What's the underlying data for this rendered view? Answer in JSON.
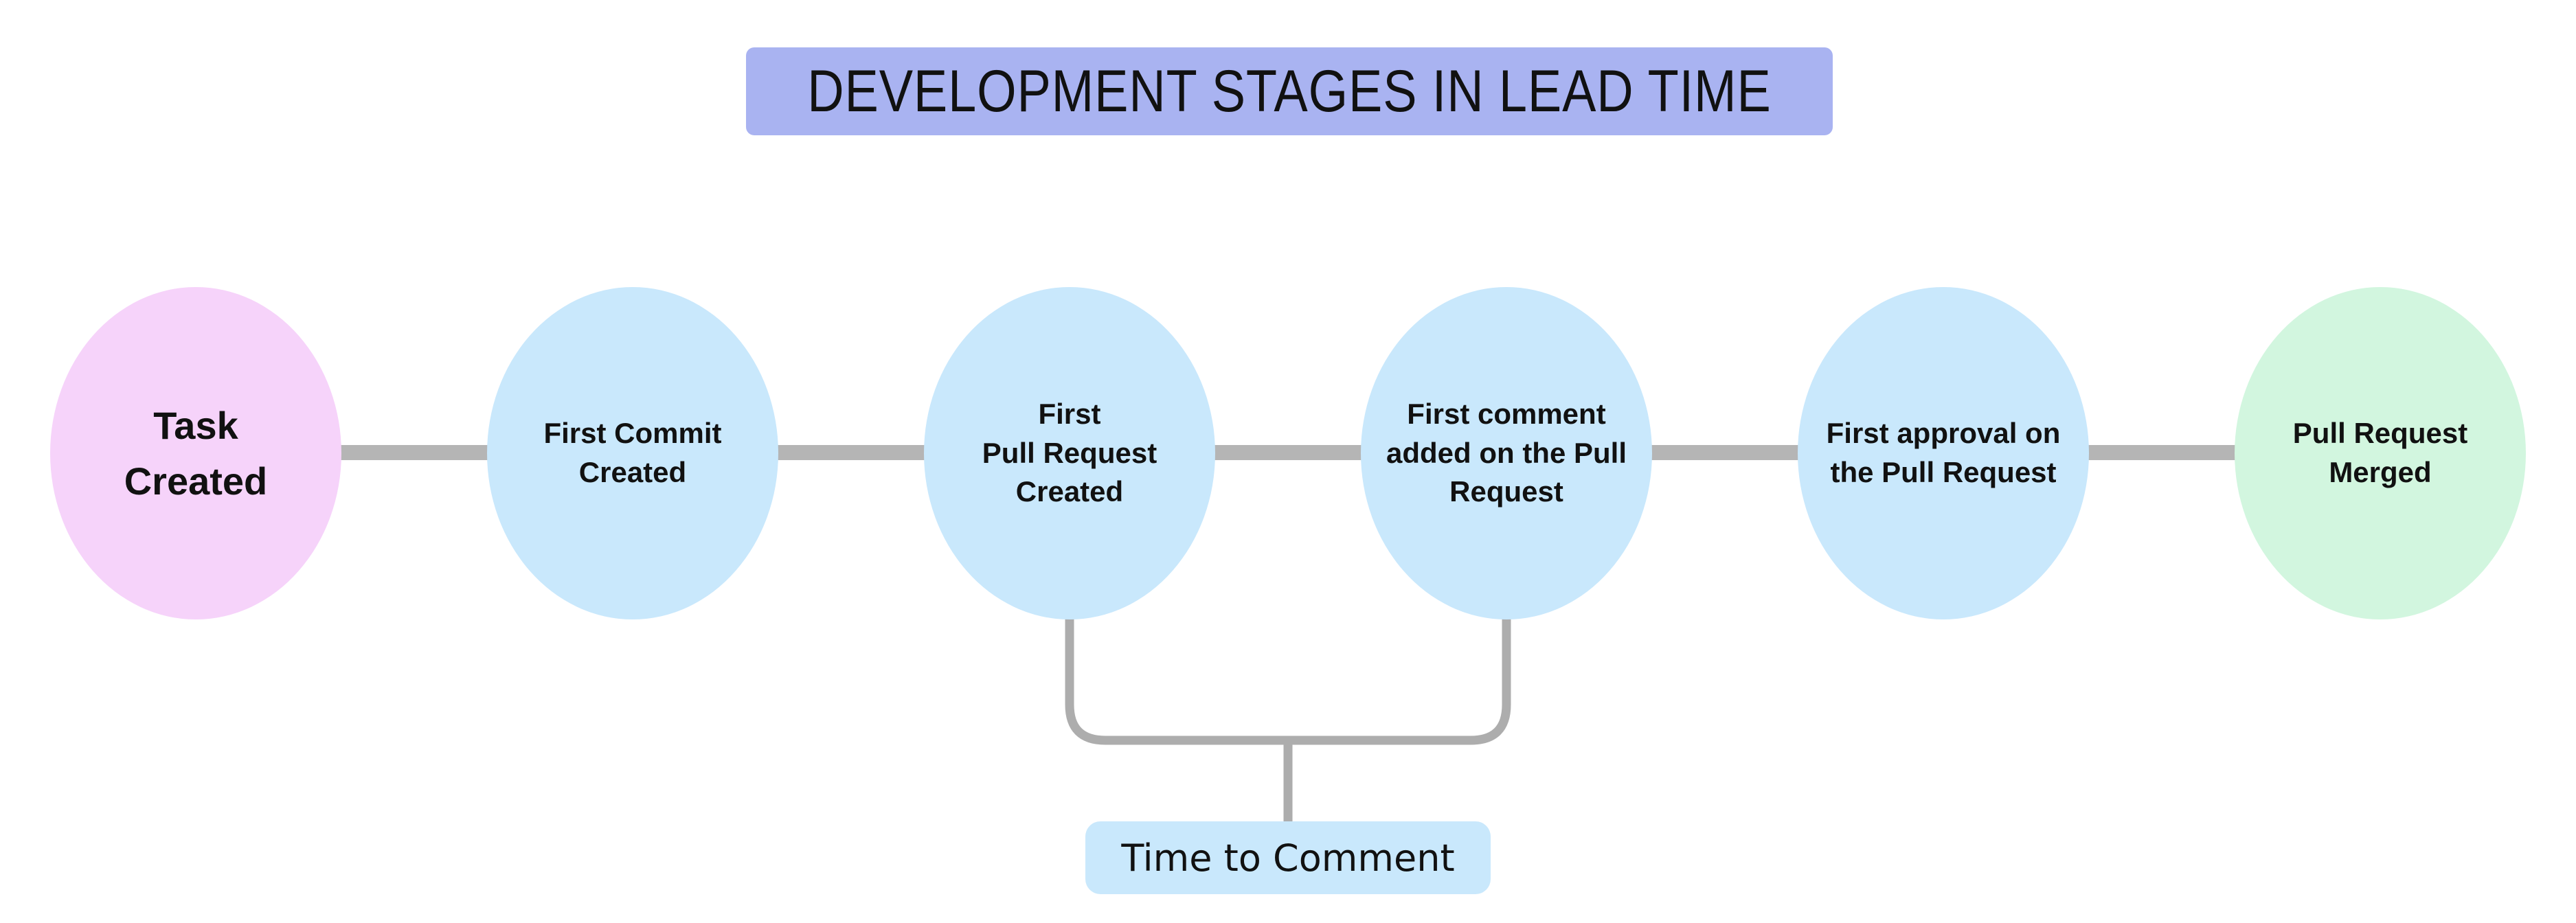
{
  "title": {
    "text": "DEVELOPMENT STAGES IN LEAD TIME",
    "bg_color": "#a9b3f1"
  },
  "stages": [
    {
      "id": "task-created",
      "label": "Task\nCreated",
      "fill": "#f6d3fa",
      "role": "start"
    },
    {
      "id": "first-commit",
      "label": "First Commit\nCreated",
      "fill": "#c9e8fc",
      "role": "middle"
    },
    {
      "id": "first-pull-request",
      "label": "First\nPull Request\nCreated",
      "fill": "#c9e8fc",
      "role": "middle"
    },
    {
      "id": "first-comment",
      "label": "First comment\nadded on the Pull\nRequest",
      "fill": "#c9e8fc",
      "role": "middle"
    },
    {
      "id": "first-approval",
      "label": "First approval on\nthe Pull Request",
      "fill": "#c9e8fc",
      "role": "middle"
    },
    {
      "id": "pull-request-merged",
      "label": "Pull Request\nMerged",
      "fill": "#d2f6df",
      "role": "end"
    }
  ],
  "annotation": {
    "label": "Time to Comment",
    "bg_color": "#c9e8fc",
    "connects": [
      "first-pull-request",
      "first-comment"
    ]
  },
  "colors": {
    "background": "#ffffff",
    "connector_line": "#b5b5b5",
    "bracket_line": "#adadad",
    "text": "#111111"
  }
}
